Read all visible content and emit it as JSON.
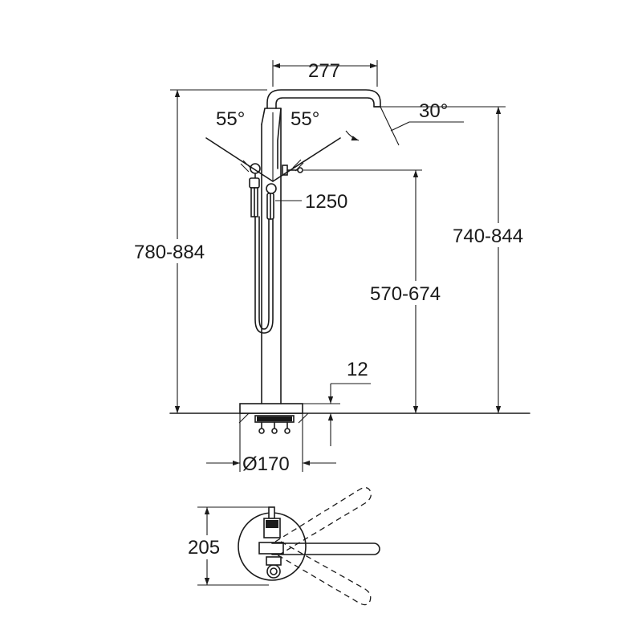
{
  "dimensions": {
    "spout_reach": "277",
    "spout_angle": "30°",
    "lever_angle_left": "55°",
    "lever_angle_right": "55°",
    "hose_length": "1250",
    "overall_height": "780-884",
    "spout_height": "740-844",
    "handle_height": "570-674",
    "base_thickness": "12",
    "base_diameter": "Ø170",
    "plan_depth": "205"
  },
  "colors": {
    "line": "#1a1a1a",
    "background": "#ffffff"
  }
}
